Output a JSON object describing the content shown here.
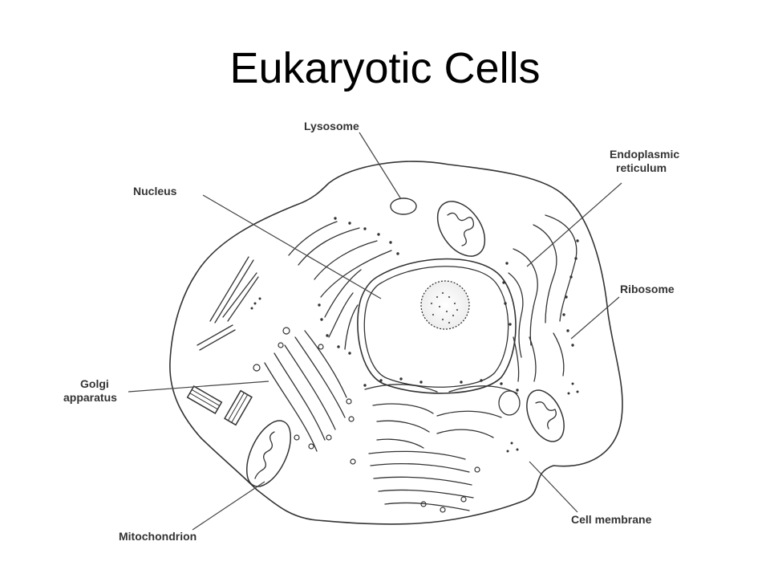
{
  "title": "Eukaryotic Cells",
  "labels": {
    "lysosome": "Lysosome",
    "nucleus": "Nucleus",
    "er_line1": "Endoplasmic",
    "er_line2": "reticulum",
    "ribosome": "Ribosome",
    "golgi_line1": "Golgi",
    "golgi_line2": "apparatus",
    "mitochondrion": "Mitochondrion",
    "cell_membrane": "Cell membrane"
  }
}
